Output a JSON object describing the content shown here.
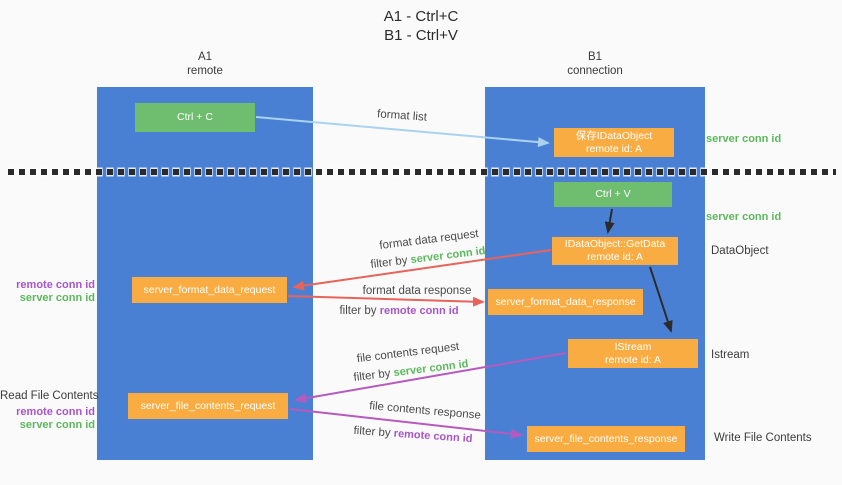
{
  "title": {
    "line1": "A1 - Ctrl+C",
    "line2": "B1 - Ctrl+V"
  },
  "columns": {
    "a1": {
      "name": "A1",
      "subtitle": "remote"
    },
    "b1": {
      "name": "B1",
      "subtitle": "connection"
    }
  },
  "nodes": {
    "ctrl_c": {
      "label": "Ctrl + C"
    },
    "ctrl_v": {
      "label": "Ctrl + V"
    },
    "save_idataobject": {
      "line1": "保存IDataObject",
      "line2": "remote id: A"
    },
    "idataobject_getdata": {
      "line1": "IDataObject::GetData",
      "line2": "remote id: A"
    },
    "istream": {
      "line1": "IStream",
      "line2": "remote id: A"
    },
    "server_format_data_request": {
      "label": "server_format_data_request"
    },
    "server_format_data_response": {
      "label": "server_format_data_response"
    },
    "server_file_contents_request": {
      "label": "server_file_contents_request"
    },
    "server_file_contents_response": {
      "label": "server_file_contents_response"
    }
  },
  "arrow_labels": {
    "format_list": "format list",
    "format_data_request": "format data request",
    "format_data_response": "format data response",
    "file_contents_request": "file contents request",
    "file_contents_response": "file contents response",
    "filter_by": "filter by",
    "server_conn_id": "server conn id",
    "remote_conn_id": "remote conn id"
  },
  "side_labels": {
    "server_conn_id_top": "server conn id",
    "server_conn_id_mid": "server conn id",
    "dataobject": "DataObject",
    "istream": "Istream",
    "write_file_contents": "Write File Contents",
    "read_file_contents": "Read File Contents",
    "remote_conn_id_upper": "remote conn id",
    "server_conn_id_upper": "server conn id",
    "remote_conn_id_lower": "remote conn id",
    "server_conn_id_lower": "server conn id"
  },
  "colors": {
    "bg": "#fafafa",
    "column_blue": "#4a80d4",
    "box_green": "#6fbe70",
    "box_orange": "#f9ac42",
    "arrow_red": "#e8635a",
    "arrow_purple": "#b75abe",
    "arrow_light_blue": "#a9d2ef",
    "arrow_black": "#2b2b2b",
    "text_green": "#5cb85c",
    "text_purple": "#a855c8",
    "text_dark": "#3c3c3c"
  }
}
